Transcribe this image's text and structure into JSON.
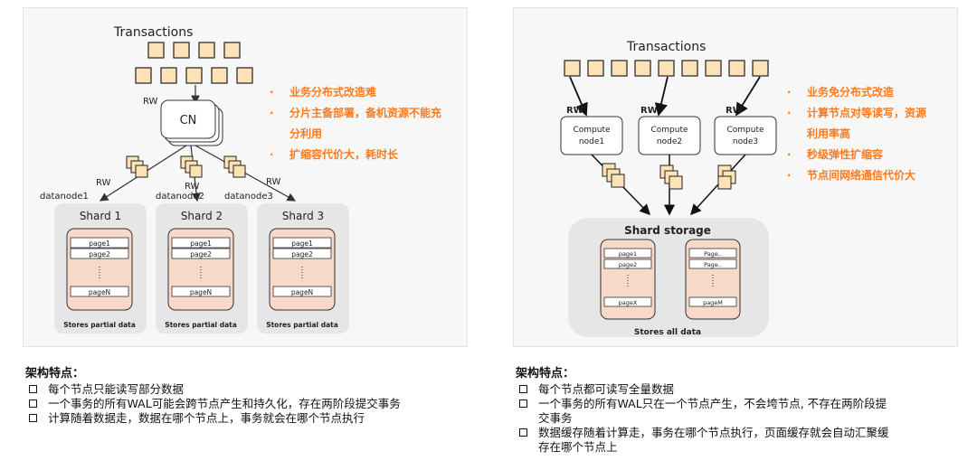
{
  "left": {
    "transactions_label": "Transactions",
    "rw_label": "RW",
    "cn_label": "CN",
    "datanodes": [
      "datanode1",
      "datanode2",
      "datanode3"
    ],
    "shards": [
      {
        "title": "Shard 1",
        "pages": [
          "page1",
          "page2",
          "pageN"
        ],
        "note": "Stores partial data"
      },
      {
        "title": "Shard 2",
        "pages": [
          "page1",
          "page2",
          "pageN"
        ],
        "note": "Stores partial data"
      },
      {
        "title": "Shard 3",
        "pages": [
          "page1",
          "page2",
          "pageN"
        ],
        "note": "Stores partial data"
      }
    ],
    "bullets": [
      "业务分布式改造难",
      "分片主备部署，备机资源不能充",
      "分利用",
      "扩缩容代价大，耗时长"
    ],
    "caption_title": "架构特点：",
    "caption_items": [
      "每个节点只能读写部分数据",
      "一个事务的所有WAL可能会跨节点产生和持久化，存在两阶段提交事务",
      "计算随着数据走，数据在哪个节点上，事务就会在哪个节点执行"
    ]
  },
  "right": {
    "transactions_label": "Transactions",
    "rw_label": "RW",
    "compute_nodes": [
      [
        "Compute",
        "node1"
      ],
      [
        "Compute",
        "node2"
      ],
      [
        "Compute",
        "node3"
      ]
    ],
    "storage_title": "Shard storage",
    "storage_pages": [
      {
        "pages": [
          "page1",
          "page2",
          "pageX"
        ]
      },
      {
        "pages": [
          "Page..",
          "Page..",
          "pageM"
        ]
      }
    ],
    "storage_note": "Stores all data",
    "bullets": [
      "业务免分布式改造",
      "计算节点对等读写，资源",
      "利用率高",
      "秒级弹性扩缩容",
      "节点间网络通信代价大"
    ],
    "caption_title": "架构特点：",
    "caption_items": [
      "每个节点都可读写全量数据",
      "一个事务的所有WAL只在一个节点产生，不会垮节点, 不存在两阶段提",
      "交事务",
      "数据缓存随着计算走，事务在哪个节点执行，页面缓存就会自动汇聚缓",
      "存在哪个节点上"
    ]
  },
  "colors": {
    "accent": "#ff7a1a",
    "tx_box": "#fbe3b7",
    "shard_page_bg": "#f6d9c9",
    "panel_bg": "#f7f7f7"
  }
}
